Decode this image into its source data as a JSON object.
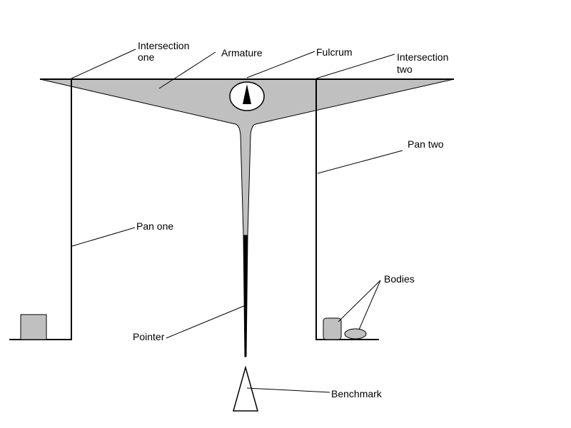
{
  "diagram": {
    "labels": {
      "intersection_one_line1": "Intersection",
      "intersection_one_line2": "one",
      "armature": "Armature",
      "fulcrum": "Fulcrum",
      "intersection_two_line1": "Intersection",
      "intersection_two_line2": "two",
      "pan_two": "Pan two",
      "pan_one": "Pan one",
      "bodies": "Bodies",
      "pointer": "Pointer",
      "benchmark": "Benchmark"
    },
    "colors": {
      "background": "#ffffff",
      "stroke": "#000000",
      "armature_fill": "#c0c0c0",
      "body_fill": "#c0c0c0",
      "fulcrum_fill": "#ffffff"
    }
  }
}
